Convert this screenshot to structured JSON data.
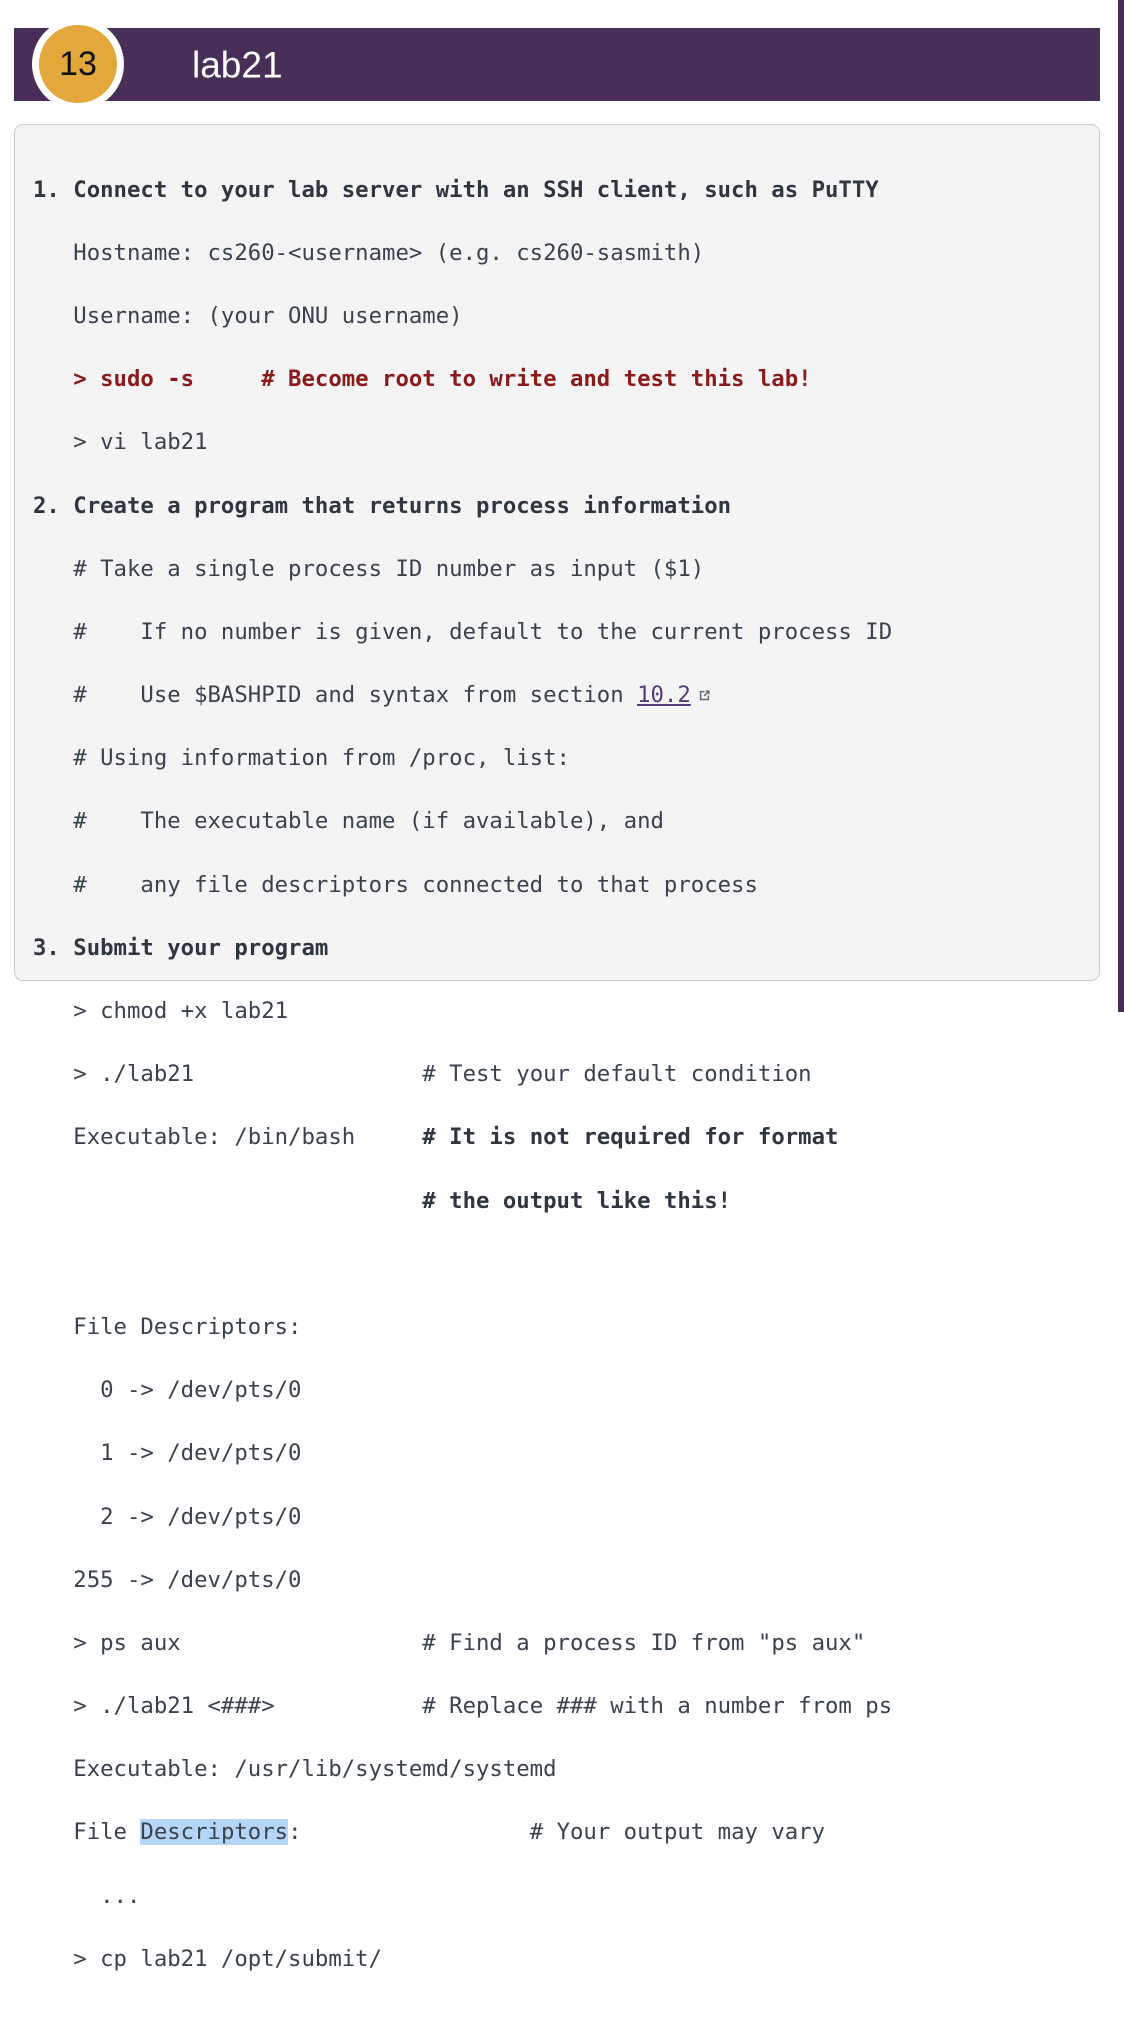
{
  "header": {
    "badge_number": "13",
    "title": "lab21",
    "bar_color": "#472f57",
    "badge_color": "#e3a83c"
  },
  "card": {
    "background": "#f4f4f4",
    "border_color": "#c6cdd2",
    "text_color": "#39424d",
    "accent_red": "#8b1a1a",
    "link_color": "#553b7a",
    "selection_color": "#b4d5f5"
  },
  "content": {
    "step1_heading": "1. Connect to your lab server with an SSH client, such as PuTTY",
    "step1_hostname": "   Hostname: cs260-<username> (e.g. cs260-sasmith)",
    "step1_username": "   Username: (your ONU username)",
    "step1_sudo": "   > sudo -s     # Become root to write and test this lab!",
    "step1_vi": "   > vi lab21",
    "step2_heading": "2. Create a program that returns process information",
    "step2_c1": "   # Take a single process ID number as input ($1)",
    "step2_c2": "   #    If no number is given, default to the current process ID",
    "step2_c3_pre": "   #    Use $BASHPID and syntax from section ",
    "step2_c3_link": "10.2",
    "step2_c4": "   # Using information from /proc, list:",
    "step2_c5": "   #    The executable name (if available), and",
    "step2_c6": "   #    any file descriptors connected to that process",
    "step3_heading": "3. Submit your program",
    "step3_chmod": "   > chmod +x lab21",
    "step3_run_cmd": "   > ./lab21                 ",
    "step3_run_comment": "# Test your default condition",
    "step3_exec1_cmd": "   Executable: /bin/bash     ",
    "step3_exec1_comment": "# It is not required for format",
    "step3_exec1_comment2": "                             # the output like this!",
    "step3_blank": "",
    "step3_fd_header": "   File Descriptors:",
    "step3_fd0": "     0 -> /dev/pts/0",
    "step3_fd1": "     1 -> /dev/pts/0",
    "step3_fd2": "     2 -> /dev/pts/0",
    "step3_fd255": "   255 -> /dev/pts/0",
    "step3_ps_cmd": "   > ps aux                  ",
    "step3_ps_comment": "# Find a process ID from \"ps aux\"",
    "step3_lab_cmd": "   > ./lab21 <###>           ",
    "step3_lab_comment": "# Replace ### with a number from ps",
    "step3_exec2": "   Executable: /usr/lib/systemd/systemd",
    "step3_fd2_pre": "   File ",
    "step3_fd2_sel": "Descriptors",
    "step3_fd2_post": ":                 ",
    "step3_fd2_comment": "# Your output may vary",
    "step3_ellipsis": "     ...",
    "step3_cp": "   > cp lab21 /opt/submit/"
  },
  "icons": {
    "external_link": "external-link-icon"
  }
}
